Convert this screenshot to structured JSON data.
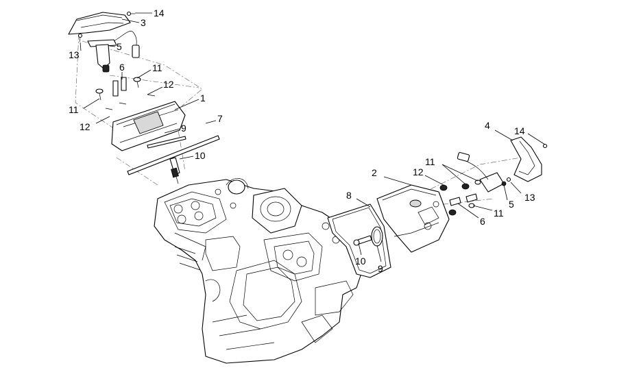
{
  "diagram": {
    "labels": {
      "l14a": "14",
      "l3": "3",
      "l13a": "13",
      "l5a": "5",
      "l6a": "6",
      "l11a": "11",
      "l12a": "12",
      "l11b": "11",
      "l1": "1",
      "l12b": "12",
      "l9a": "9",
      "l7": "7",
      "l10a": "10",
      "l4": "4",
      "l14b": "14",
      "l2": "2",
      "l12c": "12",
      "l11c": "11",
      "l8": "8",
      "l5b": "5",
      "l13b": "13",
      "l6b": "6",
      "l11d": "11",
      "l10b": "10",
      "l9b": "9"
    }
  }
}
